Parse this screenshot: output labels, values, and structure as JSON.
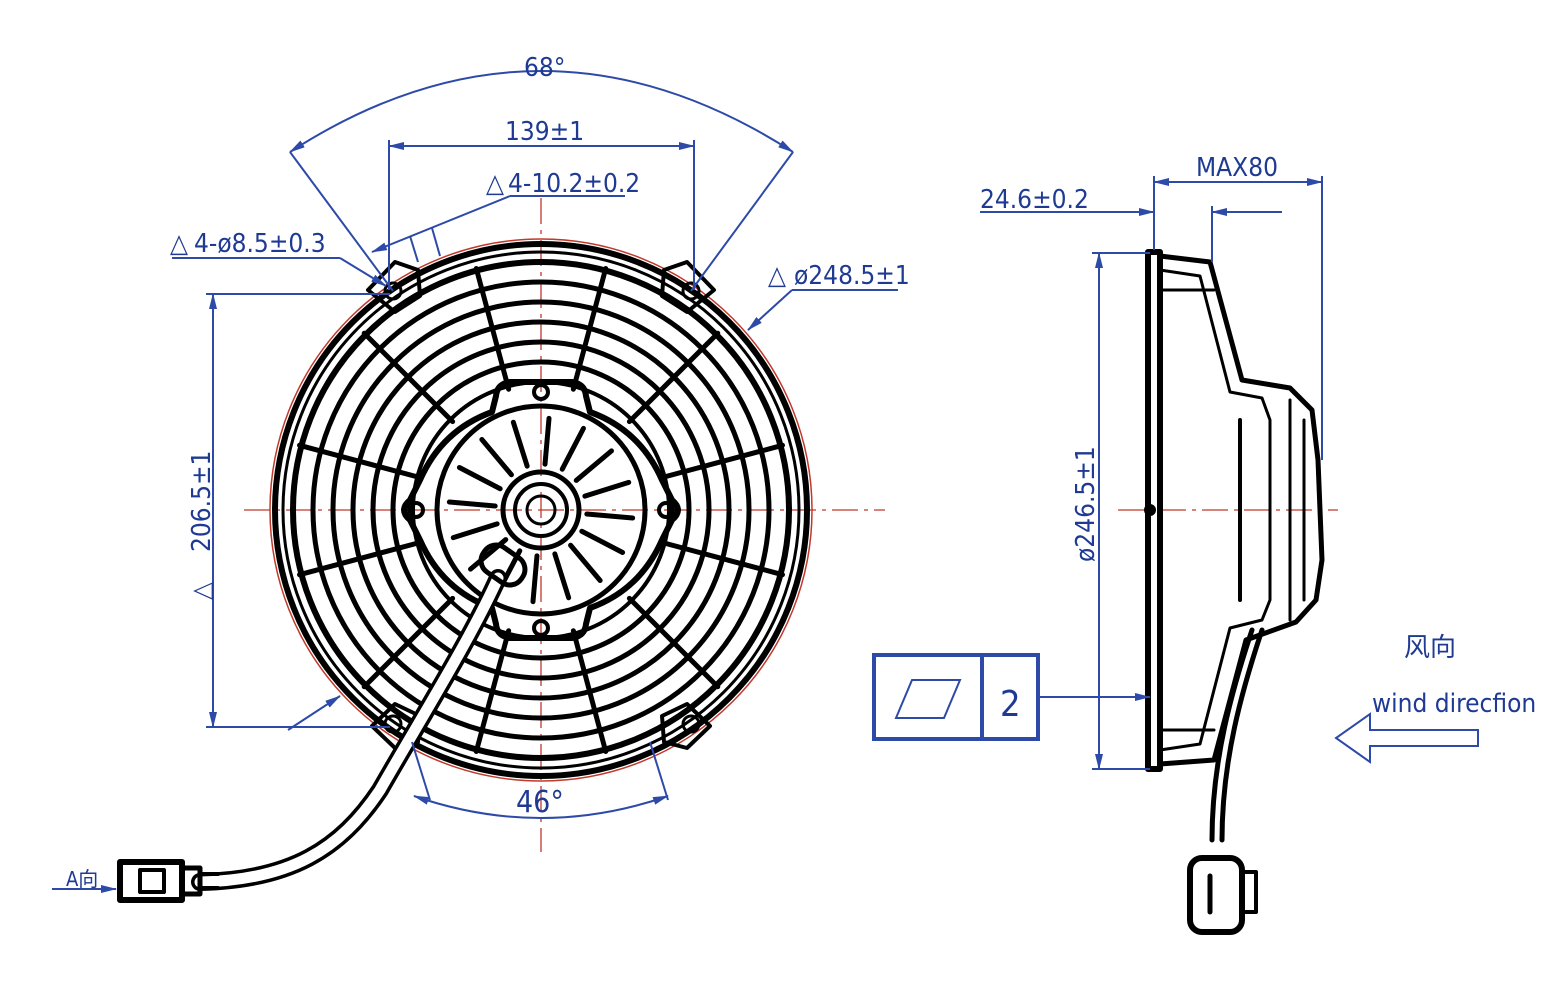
{
  "front_view": {
    "angle_top": "68°",
    "mount_spacing": "139±1",
    "slot_spec": "4-10.2±0.2",
    "hole_spec": "4-ø8.5±0.3",
    "outer_diameter": "ø248.5±1",
    "vertical_spacing": "206.5±1",
    "angle_bottom": "46°",
    "connector_view_label": "A向"
  },
  "side_view": {
    "max_depth": "MAX80",
    "flange_offset": "24.6±0.2",
    "body_diameter": "ø246.5±1"
  },
  "tolerance_frame": {
    "symbol": "flatness",
    "value": "2"
  },
  "airflow": {
    "label_cn": "风向",
    "label_en": "wind direcfion"
  },
  "colors": {
    "outline": "#000000",
    "dimension": "#2d4aa8",
    "centerline": "#c0392b"
  }
}
